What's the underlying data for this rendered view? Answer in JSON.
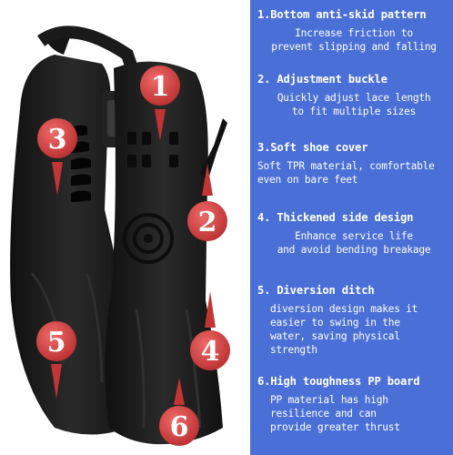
{
  "features": [
    {
      "title": "1.Bottom anti-skid pattern",
      "desc": [
        "Increase friction to",
        "prevent slipping and falling"
      ],
      "align": "center"
    },
    {
      "title": "2. Adjustment buckle",
      "desc": [
        "Quickly adjust lace length",
        "to fit multiple sizes"
      ],
      "align": "center"
    },
    {
      "title": "3.Soft shoe cover",
      "desc": [
        "Soft TPR material, comfortable",
        "even on bare feet"
      ],
      "align": "left"
    },
    {
      "title": "4. Thickened side design",
      "desc": [
        "Enhance service life",
        "and avoid bending breakage"
      ],
      "align": "center"
    },
    {
      "title": "5. Diversion ditch",
      "desc": [
        "diversion design makes it",
        "easier to swing in the",
        "water, saving physical",
        "strength"
      ],
      "align": "left"
    },
    {
      "title": "6.High toughness PP board",
      "desc": [
        "PP material has high",
        "resilience and can",
        "provide greater thrust"
      ],
      "align": "left"
    }
  ],
  "markers": [
    "1",
    "2",
    "3",
    "4",
    "5",
    "6"
  ],
  "colors": {
    "panel": "#4a6fd6",
    "marker": "#d94646",
    "fin": "#1b1b1b"
  }
}
